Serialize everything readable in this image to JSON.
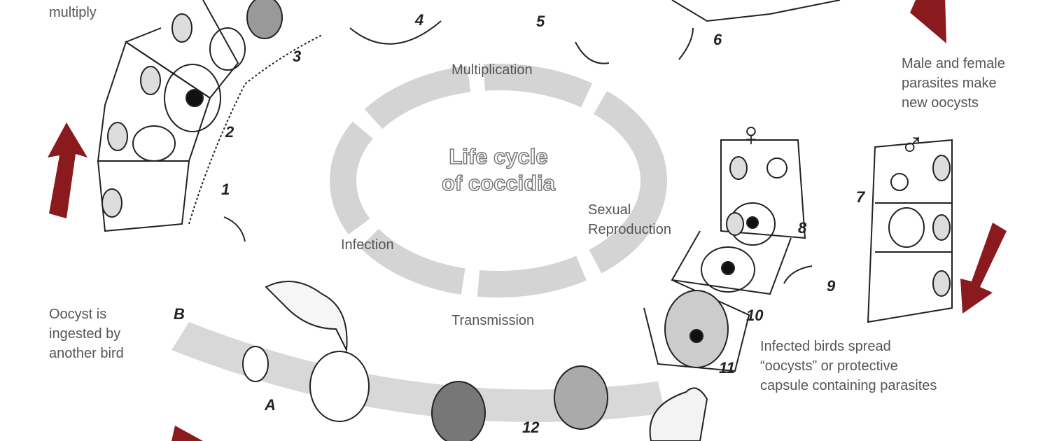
{
  "title": {
    "line1": "Life cycle",
    "line2": "of coccidia"
  },
  "stages": {
    "multiplication": "Multiplication",
    "sexual": [
      "Sexual",
      "Reproduction"
    ],
    "infection": "Infection",
    "transmission": "Transmission"
  },
  "captions": {
    "multiply": "multiply",
    "male_female": [
      "Male and female",
      "parasites make",
      "new oocysts"
    ],
    "ingested": [
      "Oocyst is",
      "ingested by",
      "another bird"
    ],
    "spread": [
      "Infected birds spread",
      "“oocysts” or protective",
      "capsule containing parasites"
    ]
  },
  "step_labels": [
    "1",
    "2",
    "3",
    "4",
    "5",
    "6",
    "7",
    "8",
    "9",
    "10",
    "11",
    "12",
    "A",
    "B"
  ],
  "symbols": {
    "female": "♀",
    "male": "♂"
  },
  "colors": {
    "arrow": "#8b1a1f",
    "ring": "#d4d4d4",
    "text": "#555555"
  }
}
